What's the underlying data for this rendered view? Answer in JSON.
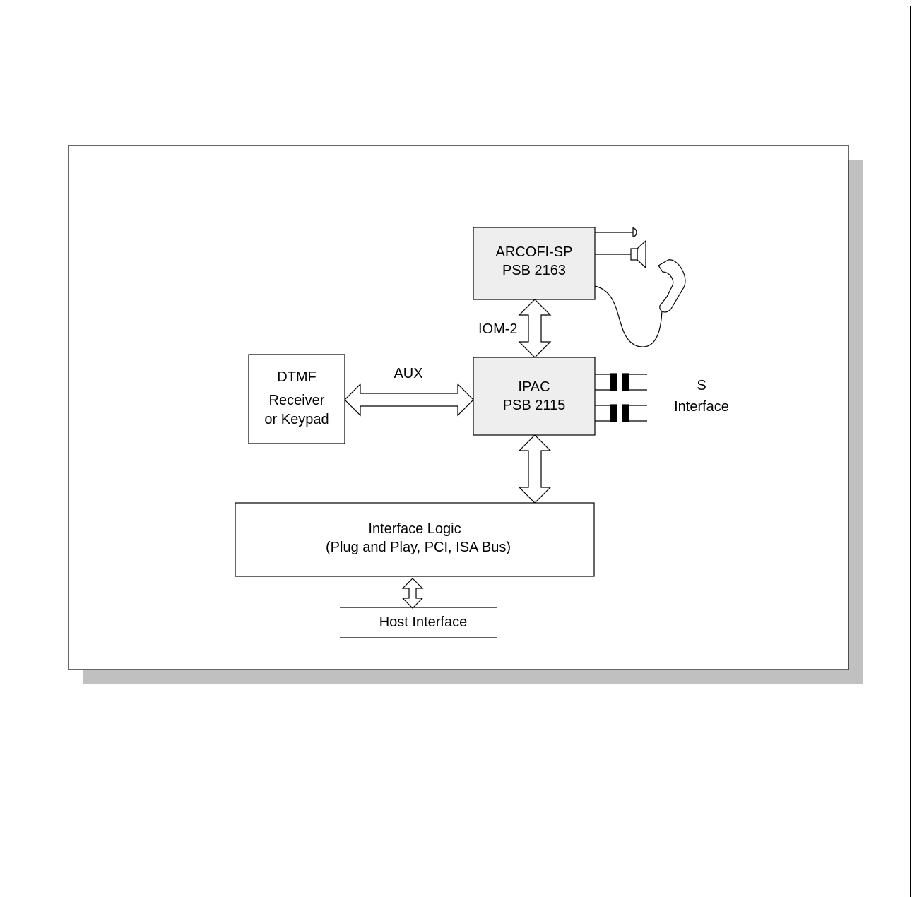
{
  "colors": {
    "block_fill": "#eeeeee",
    "shadow": "#c0c0c0",
    "line": "#000000",
    "background": "#ffffff"
  },
  "blocks": {
    "arcofi": {
      "line1": "ARCOFI-SP",
      "line2": "PSB 2163"
    },
    "ipac": {
      "line1": "IPAC",
      "line2": "PSB 2115"
    },
    "dtmf": {
      "line1": "DTMF",
      "line2": "Receiver",
      "line3": "or Keypad"
    },
    "interface_logic": {
      "line1": "Interface Logic",
      "line2": "(Plug and Play, PCI, ISA Bus)"
    }
  },
  "labels": {
    "iom": "IOM-2",
    "aux": "AUX",
    "s_interface_line1": "S",
    "s_interface_line2": "Interface",
    "host_interface": "Host Interface"
  },
  "icons": [
    "microphone-icon",
    "speaker-icon",
    "handset-icon",
    "transformer-icon"
  ]
}
